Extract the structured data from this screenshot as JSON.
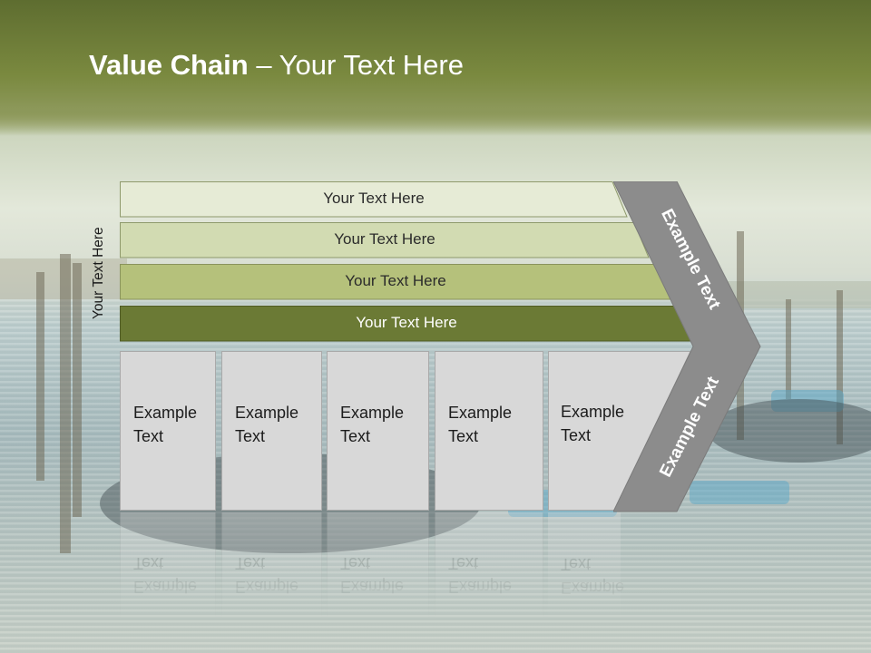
{
  "slide": {
    "title_bold": "Value Chain",
    "title_rest": " – Your Text Here",
    "side_label": "Your Text Here"
  },
  "bars": [
    {
      "label": "Your Text Here",
      "fill": "#e6ebd6",
      "stroke": "#8f9a6c",
      "text_color": "#2b2b2b"
    },
    {
      "label": "Your Text Here",
      "fill": "#d2dbb2",
      "stroke": "#8f9a6c",
      "text_color": "#2b2b2b"
    },
    {
      "label": "Your Text Here",
      "fill": "#b5c17b",
      "stroke": "#8a945c",
      "text_color": "#2b2b2b"
    },
    {
      "label": "Your Text Here",
      "fill": "#6b7a35",
      "stroke": "#4e5a23",
      "text_color": "#ffffff"
    }
  ],
  "boxes": [
    {
      "line1": "Example",
      "line2": "Text"
    },
    {
      "line1": "Example",
      "line2": "Text"
    },
    {
      "line1": "Example",
      "line2": "Text"
    },
    {
      "line1": "Example",
      "line2": "Text"
    },
    {
      "line1": "Example",
      "line2": "Text"
    }
  ],
  "arrow": {
    "upper_label": "Example Text",
    "lower_label": "Example Text",
    "fill": "#8c8c8c"
  },
  "colors": {
    "header": "#6b7a35",
    "box_fill": "#d8d8d8"
  }
}
